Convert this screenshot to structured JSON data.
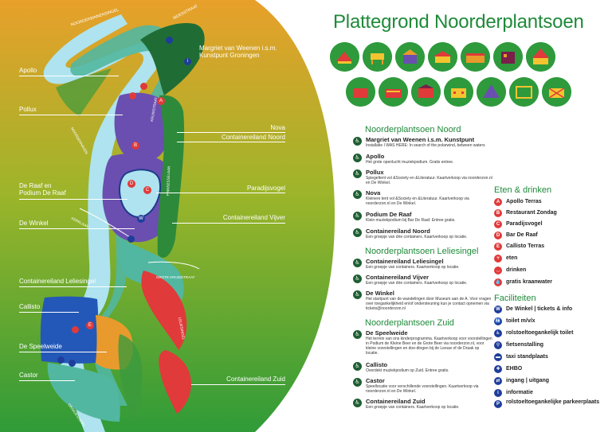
{
  "title": "Plattegrond Noorderplantsoen",
  "map": {
    "labels": {
      "apollo": "Apollo",
      "pollux": "Pollux",
      "raaf": "De Raaf en Podium De Raaf",
      "winkel": "De Winkel",
      "leliesingel": "Containereiland Leliesingel",
      "callisto": "Callisto",
      "speelweide": "De Speelweide",
      "castor": "Castor",
      "margriet": "Margriet van Weenen i.s.m. Kunstpunt Groningen",
      "nova": "Nova",
      "noord": "Containereiland Noord",
      "paradijsvogel": "Paradijsvogel",
      "vijver": "Containereiland Vijver",
      "zuid": "Containereiland Zuid"
    },
    "markers": [
      "A",
      "B",
      "C",
      "D",
      "E"
    ],
    "streets": {
      "noorderbinnensingel": "NOORDERBINNENSINGEL",
      "moesstraat": "MOESSTRAAT",
      "kruissstraat": "KRUISSTRAAT",
      "grote_kruisstraat": "GROTE KRUISSTRAAT",
      "kerklaan": "KERKLAAN",
      "prinsesselaan": "PRINSESSELAAN",
      "noorderhaven": "NOORDERHAVEN",
      "leliesingel": "LELIESINGEL",
      "oranjesingel": "ORANJESINGEL",
      "zijde": "GROTE KRUISSTRAAT"
    }
  },
  "sections": {
    "noord": {
      "header": "Noorderplantsoen Noord",
      "items": [
        {
          "name": "Margriet van Weenen i.s.m. Kunstpunt",
          "desc": "Installatie I WAS HERE: In search of the polarwind, between waters"
        },
        {
          "name": "Apollo",
          "desc": "Het grote openlucht muziekpodium. Gratis entree."
        },
        {
          "name": "Pollux",
          "desc": "Spiegeltent vol &Society en &Literatuur. Kaartverkoop via noorderzon.nl en De Winkel."
        },
        {
          "name": "Nova",
          "desc": "Kleinere tent vol &Society en &Literatuur. Kaartverkoop via noorderzon.nl en De Winkel."
        },
        {
          "name": "Podium De Raaf",
          "desc": "Klein muziekpodium bij Bar De Raaf. Entree gratis."
        },
        {
          "name": "Containereiland Noord",
          "desc": "Een groepje van drie containers. Kaartverkoop op locatie."
        }
      ]
    },
    "leliesingel": {
      "header": "Noorderplantsoen Leliesingel",
      "items": [
        {
          "name": "Containereiland Leliesingel",
          "desc": "Een groepje van containers. Kaartverkoop op locatie."
        },
        {
          "name": "Containereiland Vijver",
          "desc": "Een groepje van drie containers. Kaartverkoop op locatie."
        },
        {
          "name": "De Winkel",
          "desc": "Het startpunt van de wandelingen door Museum aan de A. Voor vragen over toegankelijkheid en/of ondersteuning kun je contact opnemen via tickets@noorderzon.nl"
        }
      ]
    },
    "zuid": {
      "header": "Noorderplantsoen Zuid",
      "items": [
        {
          "name": "De Speelweide",
          "desc": "Het terrein van ons kinderprogramma. Kaartverkoop voor voorstellingen in Podium de Kleine Beer en de Grote Beer via noorderzon.nl, voor kleine voorstellingen en doe-dingen bij de Leeuw of de Draak op locatie."
        },
        {
          "name": "Callisto",
          "desc": "Overdekt muziekpodium op Zuid. Entree gratis."
        },
        {
          "name": "Castor",
          "desc": "Speellocatie voor verschillende voorstellingen. Kaartverkoop via noorderzon.nl en De Winkel."
        },
        {
          "name": "Containereiland Zuid",
          "desc": "Een groepje van containers. Kaartverkoop op locatie."
        }
      ]
    }
  },
  "eten": {
    "header": "Eten & drinken",
    "items": [
      {
        "marker": "A",
        "label": "Apollo Terras"
      },
      {
        "marker": "B",
        "label": "Restaurant Zondag"
      },
      {
        "marker": "C",
        "label": "Paradijsvogel"
      },
      {
        "marker": "D",
        "label": "Bar De Raaf"
      },
      {
        "marker": "E",
        "label": "Callisto Terras"
      },
      {
        "marker": "",
        "label": "eten"
      },
      {
        "marker": "",
        "label": "drinken"
      },
      {
        "marker": "",
        "label": "gratis kraanwater"
      }
    ]
  },
  "faciliteiten": {
    "header": "Faciliteiten",
    "items": [
      {
        "marker": "W",
        "label": "De Winkel | tickets & info"
      },
      {
        "marker": "",
        "label": "toilet m/v/x"
      },
      {
        "marker": "",
        "label": "rolstoeltoegankelijk toilet"
      },
      {
        "marker": "",
        "label": "fietsenstalling"
      },
      {
        "marker": "",
        "label": "taxi standplaats"
      },
      {
        "marker": "",
        "label": "EHBO"
      },
      {
        "marker": "",
        "label": "ingang | uitgang"
      },
      {
        "marker": "i",
        "label": "informatie"
      },
      {
        "marker": "",
        "label": "rolstoeltoegankelijke parkeerplaats"
      }
    ]
  },
  "colors": {
    "title_green": "#1f8a3a",
    "dark_green": "#1f5f33",
    "red": "#e03a3a",
    "blue": "#2458b8",
    "purple": "#6a4fb0",
    "water": "#aee3ef",
    "orange": "#e89a2c"
  },
  "icons": [
    "wheelchair-icon",
    "utensils-icon",
    "cup-icon",
    "toilet-icon",
    "bike-icon",
    "taxi-icon",
    "first-aid-icon",
    "entrance-icon",
    "info-icon",
    "parking-icon"
  ]
}
